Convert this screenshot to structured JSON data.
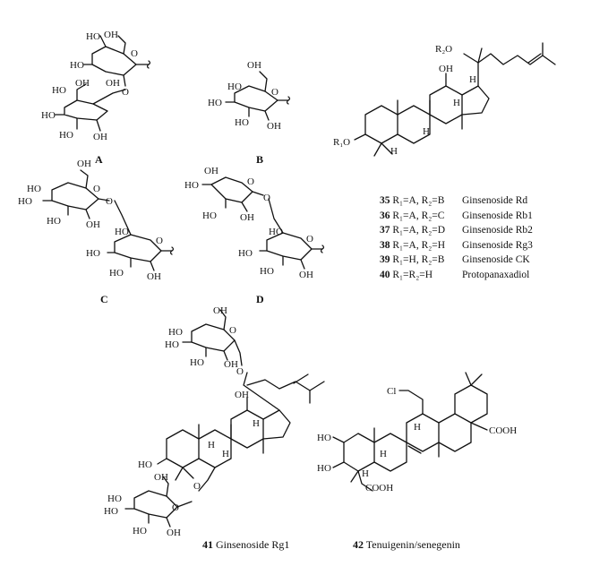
{
  "panels": {
    "A": "A",
    "B": "B",
    "C": "C",
    "D": "D"
  },
  "atoms": {
    "OH": "OH",
    "O": "O",
    "H": "H",
    "R2O": "R₂O",
    "R1O": "R₁O",
    "HO": "HO",
    "Cl": "Cl",
    "COOH": "COOH"
  },
  "compounds": [
    {
      "num": "35",
      "subst": "R₁=A, R₂=B",
      "name": "Ginsenoside Rd"
    },
    {
      "num": "36",
      "subst": "R₁=A, R₂=C",
      "name": "Ginsenoside Rb1"
    },
    {
      "num": "37",
      "subst": "R₁=A, R₂=D",
      "name": "Ginsenoside Rb2"
    },
    {
      "num": "38",
      "subst": "R₁=A, R₂=H",
      "name": "Ginsenoside Rg3"
    },
    {
      "num": "39",
      "subst": "R₁=H, R₂=B",
      "name": "Ginsenoside CK"
    },
    {
      "num": "40",
      "subst": "R₁=R₂=H",
      "name": "Protopanaxadiol"
    }
  ],
  "captions": {
    "c41_num": "41",
    "c41_name": "Ginsenoside Rg1",
    "c42_num": "42",
    "c42_name": "Tenuigenin/senegenin"
  }
}
